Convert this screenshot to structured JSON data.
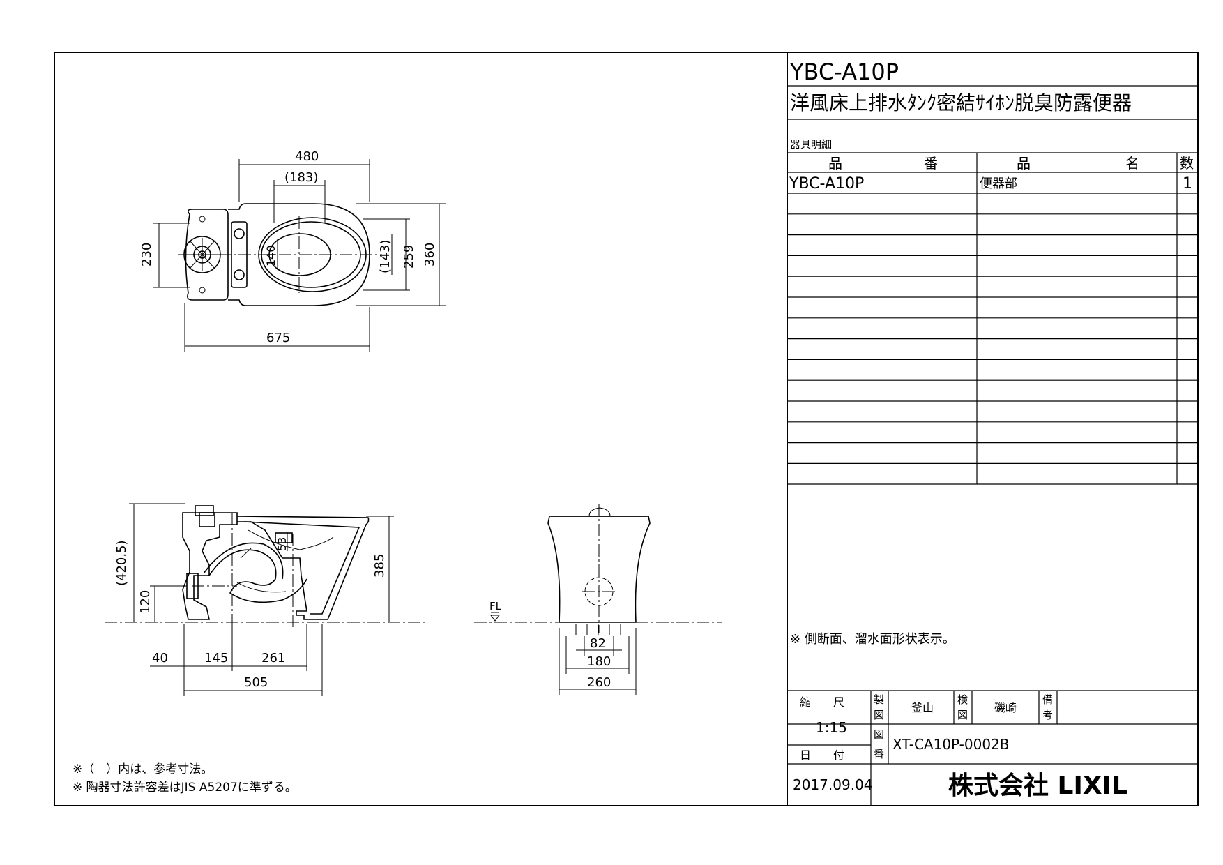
{
  "title_block": {
    "model": "YBC-A10P",
    "description": "洋風床上排水ﾀﾝｸ密結ｻｲﾎﾝ脱臭防露便器",
    "parts_list_label": "器具明細",
    "col_part_number_1": "品",
    "col_part_number_2": "番",
    "col_part_name_1": "品",
    "col_part_name_2": "名",
    "col_qty": "数",
    "parts": [
      {
        "number": "YBC-A10P",
        "name": "便器部",
        "qty": "1"
      }
    ],
    "note": "※ 側断面、溜水面形状表示。",
    "scale_label": "縮　　尺",
    "scale": "1:15",
    "date_label": "日　　付",
    "date": "2017.09.04",
    "drawn_label_1": "製",
    "drawn_label_2": "図",
    "drawn_by": "釜山",
    "checked_label_1": "検",
    "checked_label_2": "図",
    "checked_by": "磯崎",
    "remarks_label_1": "備",
    "remarks_label_2": "考",
    "drawing_no_label_1": "図",
    "drawing_no_label_2": "番",
    "drawing_no": "XT-CA10P-0002B",
    "company": "株式会社 LIXIL"
  },
  "footnotes": [
    "※（　）内は、参考寸法。",
    "※ 陶器寸法許容差はJIS A5207に準ずる。"
  ],
  "dimensions": {
    "top_480": "480",
    "top_183": "(183)",
    "top_230": "230",
    "top_140": "140",
    "top_143": "(143)",
    "top_259": "259",
    "top_360": "360",
    "top_675": "675",
    "side_420_5": "(420.5)",
    "side_120": "120",
    "side_53": "53",
    "side_385": "385",
    "side_40": "40",
    "side_145": "145",
    "side_261": "261",
    "side_505": "505",
    "front_fl": "FL",
    "front_82": "82",
    "front_180": "180",
    "front_260": "260"
  }
}
